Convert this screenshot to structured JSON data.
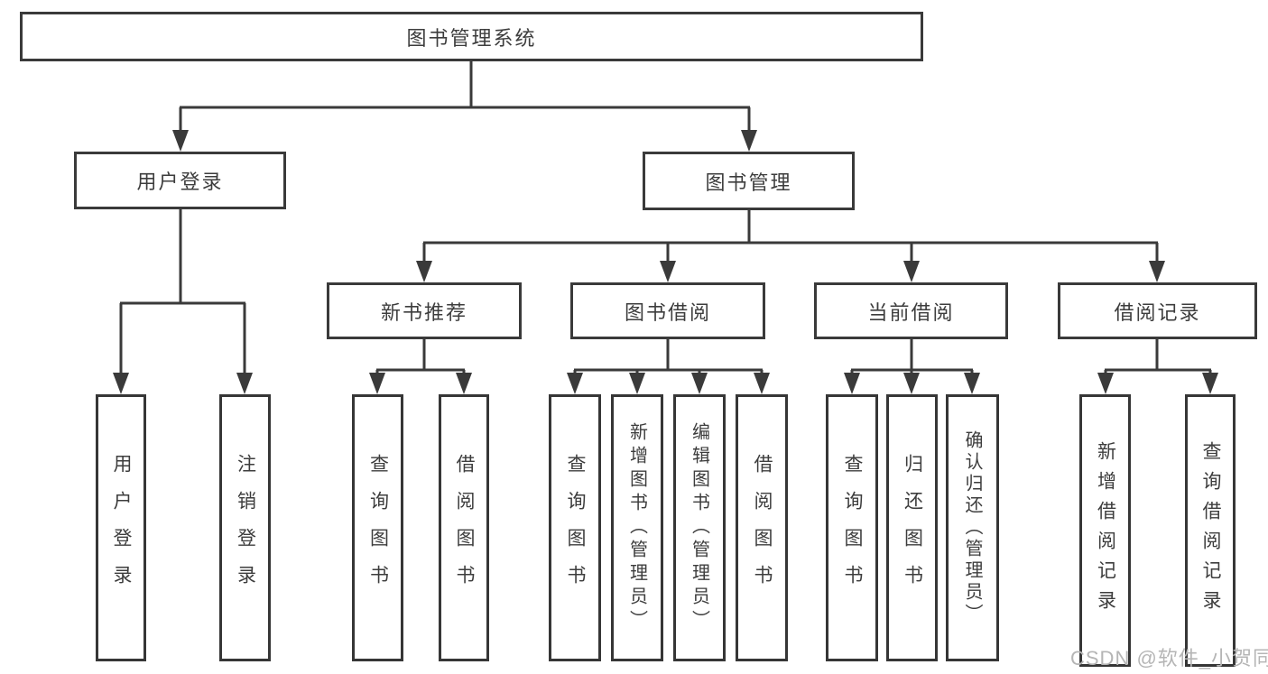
{
  "diagram": {
    "type": "hierarchy-tree",
    "root": {
      "label": "图书管理系统",
      "children": [
        {
          "label": "用户登录",
          "children": [
            {
              "label": "用户登录"
            },
            {
              "label": "注销登录"
            }
          ]
        },
        {
          "label": "图书管理",
          "children": [
            {
              "label": "新书推荐",
              "children": [
                {
                  "label": "查询图书"
                },
                {
                  "label": "借阅图书"
                }
              ]
            },
            {
              "label": "图书借阅",
              "children": [
                {
                  "label": "查询图书"
                },
                {
                  "label": "新增图书（管理员）"
                },
                {
                  "label": "编辑图书（管理员）"
                },
                {
                  "label": "借阅图书"
                }
              ]
            },
            {
              "label": "当前借阅",
              "children": [
                {
                  "label": "查询图书"
                },
                {
                  "label": "归还图书"
                },
                {
                  "label": "确认归还（管理员）"
                }
              ]
            },
            {
              "label": "借阅记录",
              "children": [
                {
                  "label": "新增借阅记录"
                },
                {
                  "label": "查询借阅记录"
                }
              ]
            }
          ]
        }
      ]
    },
    "colors": {
      "line": "#3a3a3a",
      "text": "#3d3d3d",
      "box_background": "#ffffff",
      "watermark": "#b5b5b5"
    }
  },
  "watermark": {
    "text": "CSDN @软件_小贺同学"
  }
}
